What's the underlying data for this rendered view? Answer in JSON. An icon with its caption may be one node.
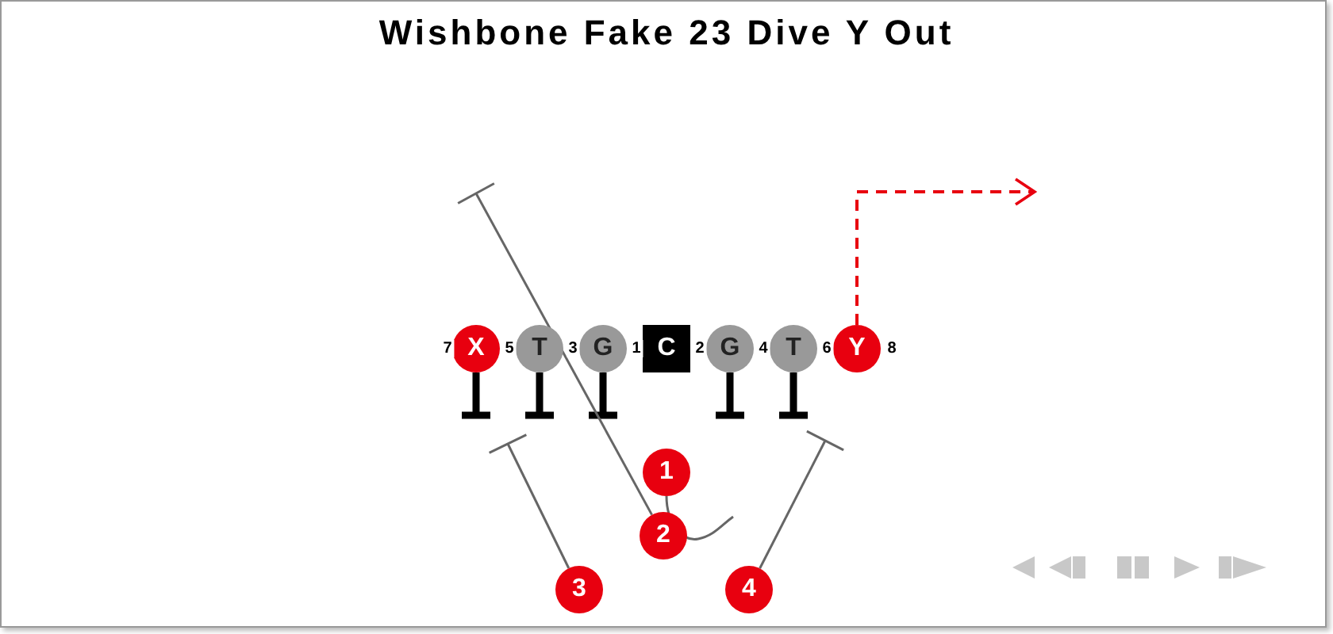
{
  "diagram": {
    "title": "Wishbone Fake 23 Dive Y Out",
    "nodes": [
      {
        "text": [
          "X"
        ]
      },
      {
        "text": [
          "T"
        ]
      },
      {
        "text": [
          "G"
        ]
      },
      {
        "text": [
          "C"
        ]
      },
      {
        "text": [
          "G"
        ]
      },
      {
        "text": [
          "T"
        ]
      },
      {
        "text": [
          "Y"
        ]
      },
      {
        "text": [
          "1"
        ]
      },
      {
        "text": [
          "2"
        ]
      },
      {
        "text": [
          "3"
        ]
      },
      {
        "text": [
          "4"
        ]
      }
    ],
    "edges": [
      {
        "from": 0,
        "to": null,
        "arrow": "other",
        "style": "thick"
      },
      {
        "from": 1,
        "to": null,
        "arrow": "other",
        "style": "thick"
      },
      {
        "from": 2,
        "to": null,
        "arrow": "other",
        "style": "thick"
      },
      {
        "from": 4,
        "to": null,
        "arrow": "other",
        "style": "thick"
      },
      {
        "from": 5,
        "to": null,
        "arrow": "other",
        "style": "thick"
      },
      {
        "from": 6,
        "to": null,
        "arrow": "to",
        "style": "dashed",
        "color": "#e8000f"
      },
      {
        "from": 8,
        "to": null,
        "arrow": "other",
        "color": "#666666"
      },
      {
        "from": 7,
        "to": null,
        "arrow": "none",
        "color": "#666666"
      },
      {
        "from": 9,
        "to": null,
        "arrow": "other",
        "color": "#666666"
      },
      {
        "from": 10,
        "to": null,
        "arrow": "other",
        "color": "#666666"
      }
    ],
    "labels": [
      "7",
      "5",
      "3",
      "1",
      "2",
      "4",
      "6",
      "8"
    ]
  }
}
